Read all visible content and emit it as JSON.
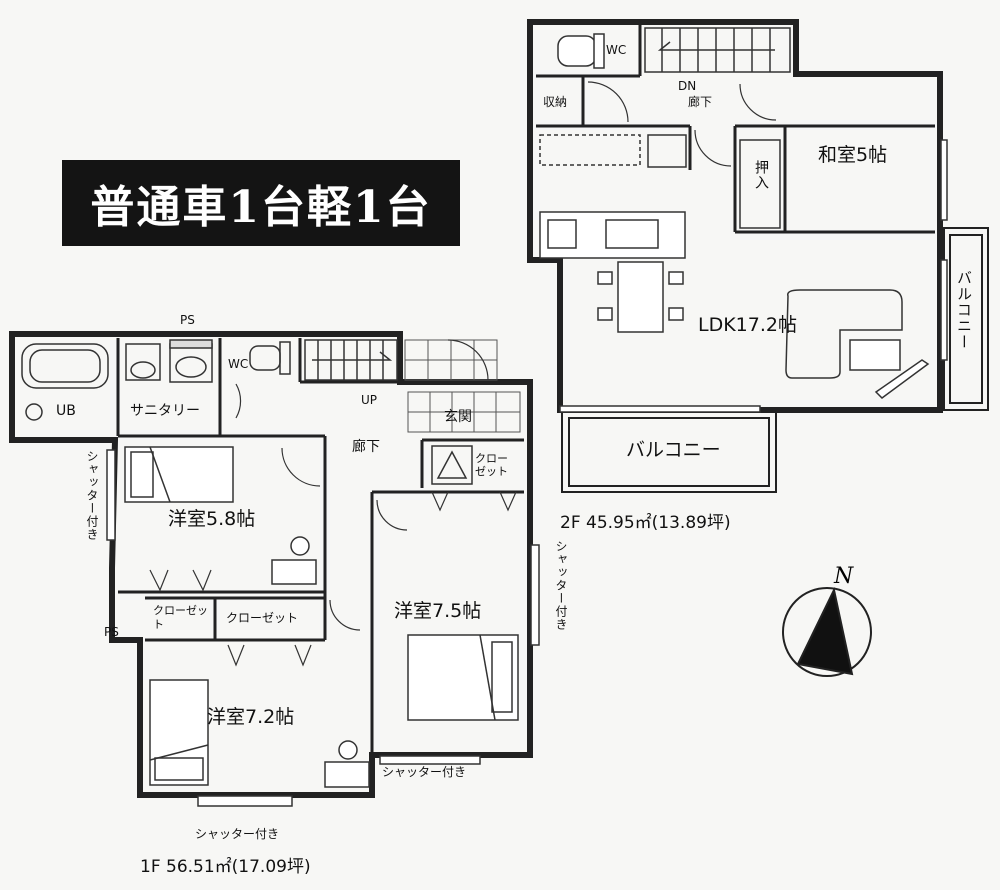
{
  "banner": "普通車1台軽1台",
  "floor1": {
    "area": "1F 56.51㎡(17.09坪)",
    "rooms": {
      "ub": "UB",
      "sanitary": "サニタリー",
      "wc": "WC",
      "ps_top": "PS",
      "up": "UP",
      "hall": "廊下",
      "entrance": "玄関",
      "closet_entry": "クローゼット",
      "room_58": "洋室5.8帖",
      "room_75": "洋室7.5帖",
      "room_72": "洋室7.2帖",
      "closet_small": "クローゼット",
      "closet_wide": "クローゼット",
      "ps_side": "PS"
    },
    "shutters": {
      "left": "シャッター付き",
      "right": "シャッター付き",
      "bottom_right": "シャッター付き",
      "bottom": "シャッター付き"
    }
  },
  "floor2": {
    "area": "2F 45.95㎡(13.89坪)",
    "rooms": {
      "wc": "WC",
      "dn": "DN",
      "storage": "収納",
      "hall": "廊下",
      "washitsu": "和室5帖",
      "oshiire": "押入",
      "ldk": "LDK17.2帖",
      "balcony_right": "バルコニー",
      "balcony_bottom": "バルコニー"
    }
  },
  "compass": {
    "label": "N"
  }
}
